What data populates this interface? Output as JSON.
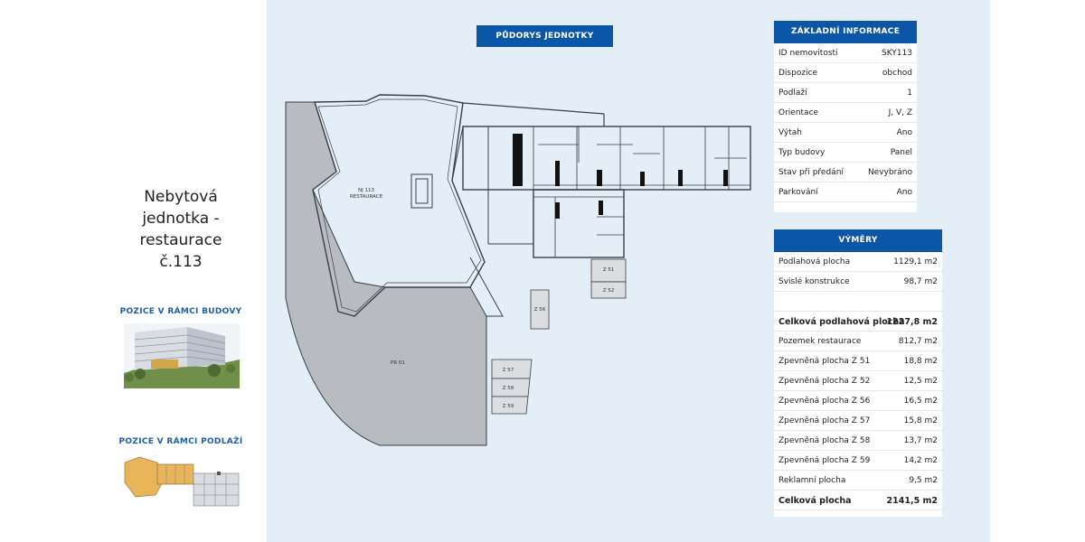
{
  "unit_title": "Nebytová\njednotka -\nrestaurace\nč.113",
  "building_section_label": "POZICE V RÁMCI BUDOVY",
  "floor_section_label": "POZICE V RÁMCI PODLAŽÍ",
  "plan_title": "PŮDORYS JEDNOTKY",
  "plan_labels": {
    "unit_name": "NJ 113",
    "unit_type": "RESTAURACE",
    "terrace": "PR 01",
    "z51": "Z 51",
    "z52": "Z 52",
    "z56": "Z 56",
    "z57": "Z 57",
    "z58": "Z 58",
    "z59": "Z 59"
  },
  "basic_info": {
    "title": "ZÁKLADNÍ INFORMACE",
    "rows": [
      {
        "label": "ID nemovitosti",
        "value": "SKY113"
      },
      {
        "label": "Dispozice",
        "value": "obchod"
      },
      {
        "label": "Podlaží",
        "value": "1"
      },
      {
        "label": "Orientace",
        "value": "J, V, Z"
      },
      {
        "label": "Výtah",
        "value": "Ano"
      },
      {
        "label": "Typ budovy",
        "value": "Panel"
      },
      {
        "label": "Stav při předání",
        "value": "Nevybráno"
      },
      {
        "label": "Parkování",
        "value": "Ano"
      }
    ]
  },
  "areas": {
    "title": "VÝMĚRY",
    "rows": [
      {
        "label": "Podlahová plocha",
        "value": "1129,1 m2"
      },
      {
        "label": "Svislé konstrukce",
        "value": "98,7 m2"
      },
      {
        "label": "",
        "value": ""
      },
      {
        "label": "Celková podlahová plocha",
        "value": "1227,8 m2",
        "bold": true
      },
      {
        "label": "Pozemek restaurace",
        "value": "812,7 m2"
      },
      {
        "label": "Zpevněná plocha Z 51",
        "value": "18,8 m2"
      },
      {
        "label": "Zpevněná plocha Z 52",
        "value": "12,5 m2"
      },
      {
        "label": "Zpevněná plocha Z 56",
        "value": "16,5 m2"
      },
      {
        "label": "Zpevněná plocha Z 57",
        "value": "15,8 m2"
      },
      {
        "label": "Zpevněná plocha Z 58",
        "value": "13,7 m2"
      },
      {
        "label": "Zpevněná plocha Z 59",
        "value": "14,2 m2"
      },
      {
        "label": "Reklamní plocha",
        "value": "9,5 m2"
      },
      {
        "label": "Celková plocha",
        "value": "2141,5 m2",
        "bold": true
      }
    ]
  },
  "colors": {
    "accent": "#0c56a8",
    "label": "#1f5fa8",
    "plan_bg": "#e4eef6",
    "terrace": "#b8bcc0"
  }
}
